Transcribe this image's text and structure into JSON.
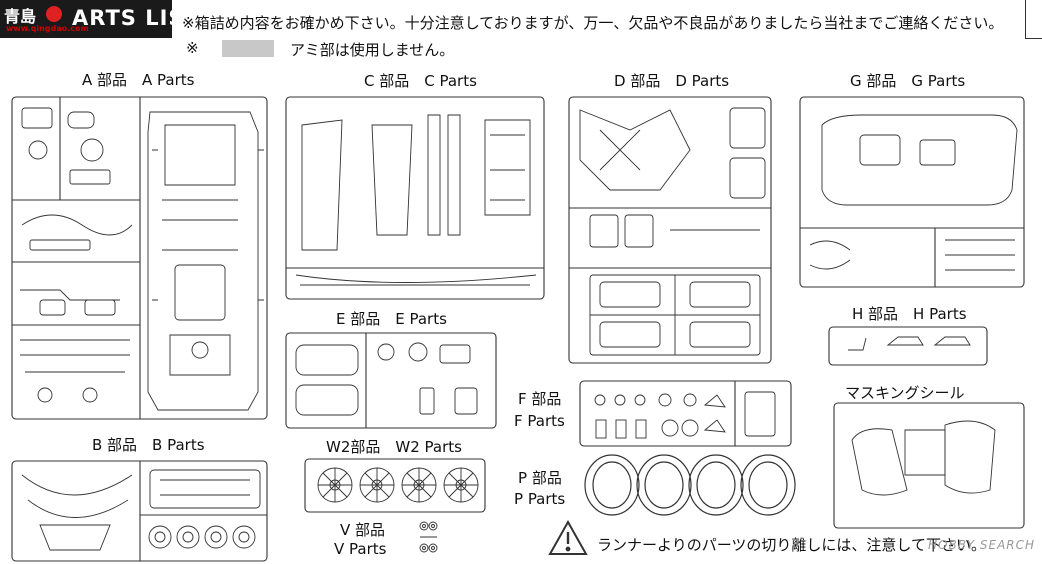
{
  "header": {
    "title": "ARTS LIST",
    "watermark_logo": "青島",
    "watermark_url": "www.qingdao.com"
  },
  "notices": {
    "line1": "※箱詰め内容をお確かめ下さい。十分注意しておりますが、万一、欠品や不良品がありましたら当社までご連絡ください。",
    "line2_prefix": "※",
    "line2_text": "アミ部は使用しません。"
  },
  "sections": {
    "a": "A 部品　A Parts",
    "b": "B 部品　B Parts",
    "c": "C 部品　C Parts",
    "d": "D 部品　D Parts",
    "e": "E 部品　E Parts",
    "f_jp": "F 部品",
    "f_en": "F  Parts",
    "g": "G 部品　G Parts",
    "h": "H 部品　H Parts",
    "w2": "W2部品　W2 Parts",
    "v_jp": "V 部品",
    "v_en": "V  Parts",
    "p_jp": "P 部品",
    "p_en": "P  Parts",
    "mask": "マスキングシール"
  },
  "warning": {
    "text": "ランナーよりのパーツの切り離しには、注意して下さい。",
    "watermark": "HOBBY SEARCH"
  },
  "colors": {
    "header_bg": "#1a1a1a",
    "line": "#333333",
    "swatch": "#c8c8c8"
  }
}
